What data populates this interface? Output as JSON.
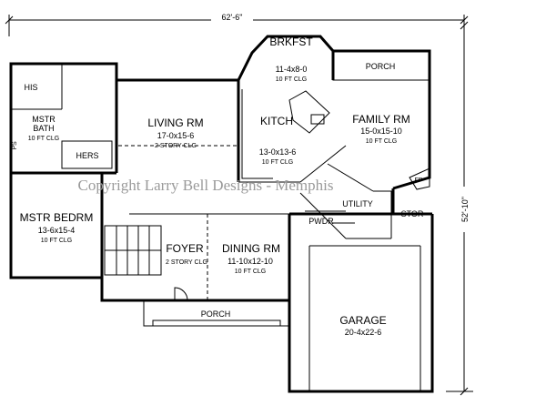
{
  "dimensions": {
    "width": "62'-6\"",
    "depth": "52'-10\""
  },
  "rooms": {
    "brkfst": {
      "name": "BRKFST",
      "size": "11-4x8-0",
      "ceiling": "10 FT CLG"
    },
    "porch_top": {
      "name": "PORCH"
    },
    "his": {
      "name": "HIS"
    },
    "living": {
      "name": "LIVING RM",
      "size": "17-0x15-6",
      "ceiling": "2 STORY CLG"
    },
    "kitch": {
      "name": "KITCH",
      "size": "13-0x13-6",
      "ceiling": "10 FT CLG"
    },
    "family": {
      "name": "FAMILY RM",
      "size": "15-0x15-10",
      "ceiling": "10 FT CLG"
    },
    "mstr_bath": {
      "name1": "MSTR",
      "name2": "BATH",
      "ceiling": "10 FT CLG"
    },
    "hers": {
      "name": "HERS"
    },
    "fp": {
      "name": "FP"
    },
    "mstr_bedrm": {
      "name": "MSTR BEDRM",
      "size": "13-6x15-4",
      "ceiling": "10 FT CLG"
    },
    "utility": {
      "name": "UTILITY"
    },
    "stor": {
      "name": "STOR"
    },
    "pwdr": {
      "name": "PWDR"
    },
    "foyer": {
      "name": "FOYER",
      "ceiling": "2 STORY CLG"
    },
    "dining": {
      "name": "DINING RM",
      "size": "11-10x12-10",
      "ceiling": "10 FT CLG"
    },
    "garage": {
      "name": "GARAGE",
      "size": "20-4x22-6"
    },
    "porch_front": {
      "name": "PORCH"
    },
    "ps": {
      "name": "PS"
    }
  },
  "watermark": "Copyright Larry Bell Designs - Memphis"
}
